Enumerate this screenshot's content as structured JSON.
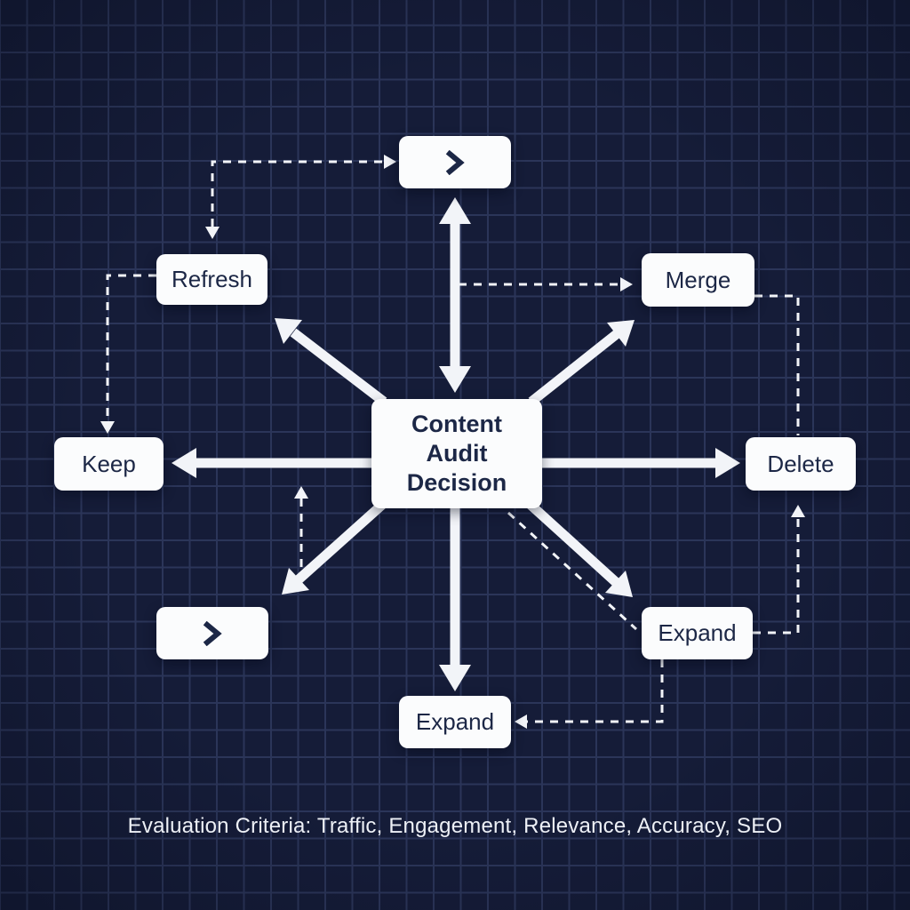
{
  "diagram": {
    "center": {
      "label": "Content Audit Decision"
    },
    "nodes": {
      "top_action": {
        "icon": "chevron-right"
      },
      "refresh": {
        "label": "Refresh"
      },
      "merge": {
        "label": "Merge"
      },
      "keep": {
        "label": "Keep"
      },
      "delete": {
        "label": "Delete"
      },
      "bottom_left_action": {
        "icon": "chevron-right"
      },
      "expand_right": {
        "label": "Expand"
      },
      "expand_bottom": {
        "label": "Expand"
      }
    },
    "edges": {
      "solid": [
        {
          "from": "center",
          "to": "top_action",
          "bidirectional": true
        },
        {
          "from": "center",
          "to": "refresh"
        },
        {
          "from": "center",
          "to": "merge"
        },
        {
          "from": "center",
          "to": "keep"
        },
        {
          "from": "center",
          "to": "delete"
        },
        {
          "from": "center",
          "to": "bottom_left_action"
        },
        {
          "from": "center",
          "to": "expand_right"
        },
        {
          "from": "center",
          "to": "expand_bottom"
        }
      ],
      "dashed": [
        {
          "from": "top_action",
          "to": "refresh",
          "bidirectional": true
        },
        {
          "from": "refresh",
          "to": "keep"
        },
        {
          "from": "center",
          "to": "merge"
        },
        {
          "from": "merge",
          "to": "delete"
        },
        {
          "from": "expand_right",
          "to": "delete"
        },
        {
          "from": "expand_right",
          "to": "expand_bottom"
        },
        {
          "from": "center",
          "to": "expand_right"
        },
        {
          "from": "bottom_left_action",
          "to": "center"
        }
      ]
    },
    "caption": "Evaluation Criteria: Traffic, Engagement, Relevance, Accuracy, SEO"
  },
  "colors": {
    "background": "#151c38",
    "grid_line": "#2b3559",
    "node_fill": "#fbfcfd",
    "node_text": "#1c2746",
    "arrow": "#f2f4f8",
    "caption_text": "#edf0f6"
  }
}
